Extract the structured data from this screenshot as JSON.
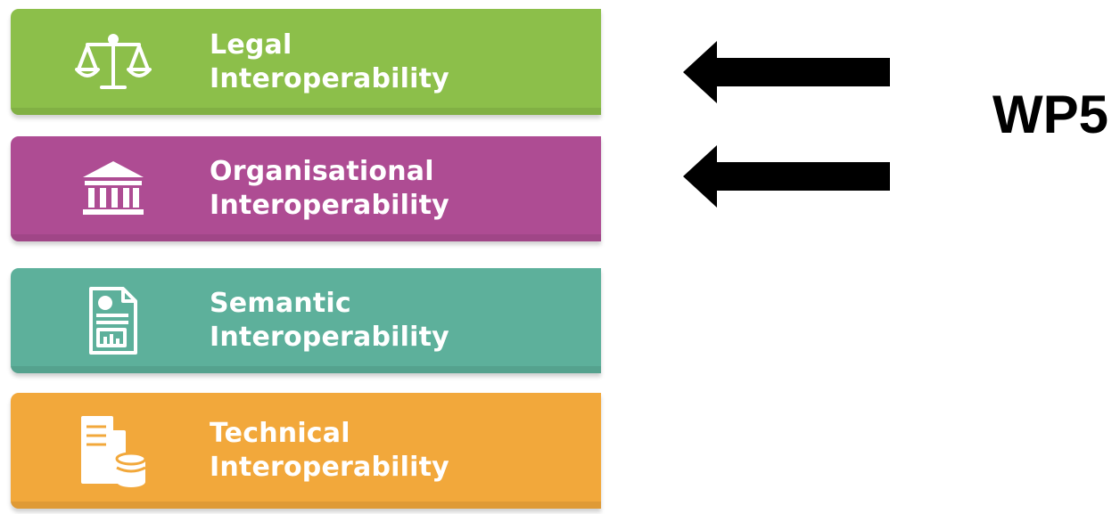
{
  "layers": [
    {
      "id": "legal",
      "line1": "Legal",
      "line2": "Interoperability",
      "icon": "scales-of-justice-icon",
      "color": "#8cbf4a"
    },
    {
      "id": "organisational",
      "line1": "Organisational",
      "line2": "Interoperability",
      "icon": "institution-building-icon",
      "color": "#ae4c93"
    },
    {
      "id": "semantic",
      "line1": "Semantic",
      "line2": "Interoperability",
      "icon": "document-data-icon",
      "color": "#5db09b"
    },
    {
      "id": "technical",
      "line1": "Technical",
      "line2": "Interoperability",
      "icon": "server-database-icon",
      "color": "#f2a83b"
    }
  ],
  "arrows": [
    {
      "points_to": "legal",
      "color": "#000000"
    },
    {
      "points_to": "organisational",
      "color": "#000000"
    }
  ],
  "annotation": {
    "label": "WP5"
  }
}
